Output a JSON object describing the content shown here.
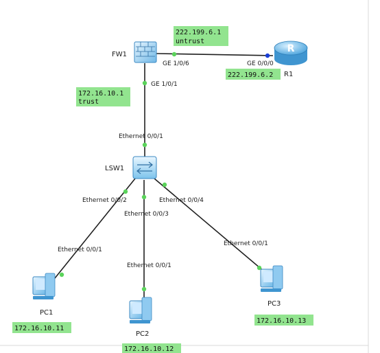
{
  "devices": {
    "fw1": {
      "name": "FW1"
    },
    "r1": {
      "name": "R1"
    },
    "lsw1": {
      "name": "LSW1"
    },
    "pc1": {
      "name": "PC1"
    },
    "pc2": {
      "name": "PC2"
    },
    "pc3": {
      "name": "PC3"
    }
  },
  "ports": {
    "fw1_ge106": "GE 1/0/6",
    "fw1_ge101": "GE 1/0/1",
    "r1_ge000": "GE 0/0/0",
    "lsw1_e001": "Ethernet 0/0/1",
    "lsw1_e002": "Ethernet 0/0/2",
    "lsw1_e003": "Ethernet 0/0/3",
    "lsw1_e004": "Ethernet 0/0/4",
    "pc1_e001": "Ethernet 0/0/1",
    "pc2_e001": "Ethernet 0/0/1",
    "pc3_e001": "Ethernet 0/0/1"
  },
  "addresses": {
    "fw1_untrust_ip": "222.199.6.1",
    "fw1_untrust_zone": "untrust",
    "r1_ip": "222.199.6.2",
    "fw1_trust_ip": "172.16.10.1",
    "fw1_trust_zone": "trust",
    "pc1_ip": "172.16.10.11",
    "pc2_ip": "172.16.10.12",
    "pc3_ip": "172.16.10.13"
  },
  "colors": {
    "link": "#1f1f1f",
    "port_dot": "#5bd35b",
    "r1_port_dot": "#1a3fd6",
    "address_box": "#92e48f"
  }
}
